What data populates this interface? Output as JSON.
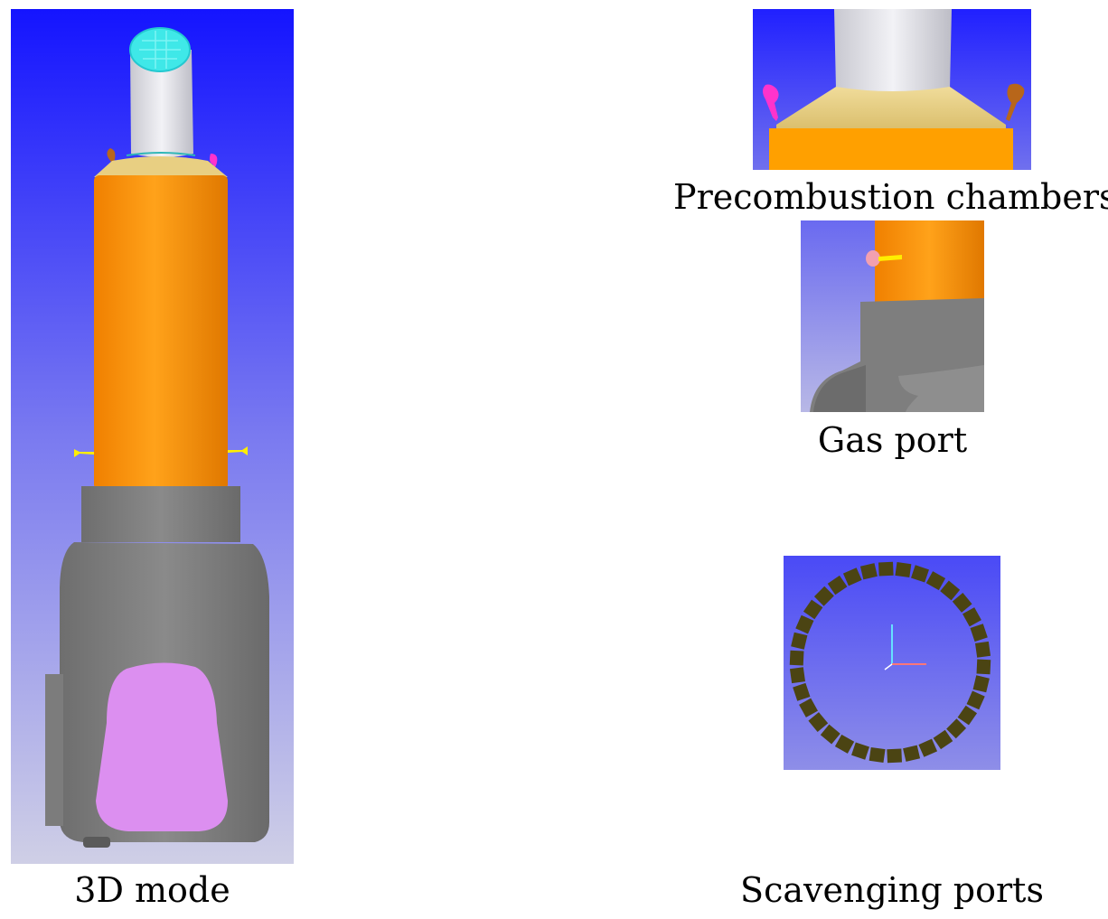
{
  "captions": {
    "main": "3D mode",
    "precombustion": "Precombustion chambers",
    "gas_port": "Gas port",
    "scavenging": "Scavenging ports"
  },
  "colors": {
    "bg_top": "#1a1aff",
    "bg_bottom": "#c9c9e8",
    "cylinder": "#ff9a00",
    "casing": "#808080",
    "head": "#e6e6ec",
    "inlet_face": "#3fe8e8",
    "opening": "#dc8ff0",
    "chamber_magenta": "#ff33cc",
    "chamber_brown": "#b8661a",
    "injector": "#ffee00",
    "cone": "#e8cf82",
    "gas_bulb": "#f2a0b0",
    "port_block": "#4b4413"
  },
  "scavenging": {
    "port_count": 34
  }
}
